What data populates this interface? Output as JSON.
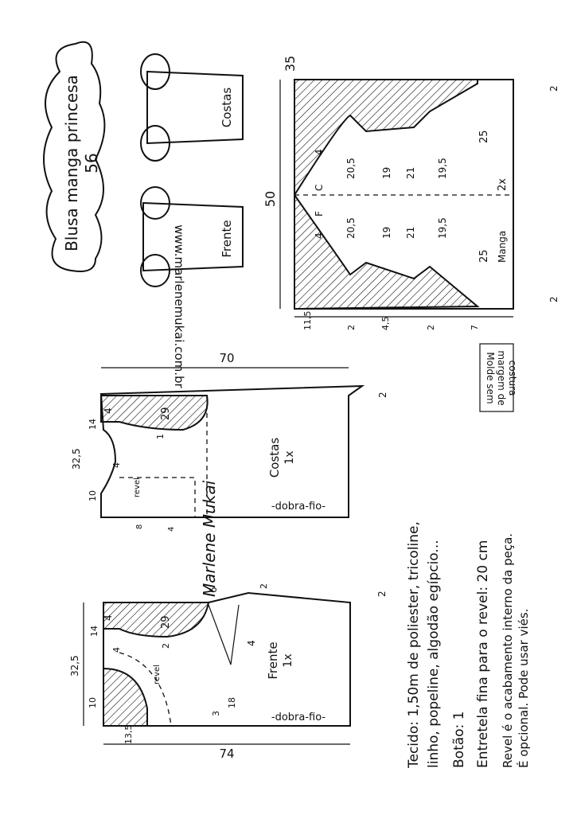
{
  "header": {
    "title": "Blusa manga princesa",
    "size": "56",
    "url": "www.marlenemukai.com.br"
  },
  "sketch": {
    "back_label": "Costas",
    "front_label": "Frente"
  },
  "sleeve": {
    "width": "35",
    "height": "50",
    "ease_top": "2",
    "ease_bottom": "2",
    "edge_top": "25",
    "edge_bottom": "25",
    "m1_top": "20,5",
    "m2_top": "19",
    "m3_top": "21",
    "m4_top": "19,5",
    "m1_bot": "20,5",
    "m2_bot": "19",
    "m3_bot": "21",
    "m4_bot": "19,5",
    "curve_c": "4",
    "curve_f": "4",
    "letter_f": "F",
    "letter_c": "C",
    "quantity": "2x",
    "label": "Manga",
    "seg": [
      "11,5",
      "2",
      "4,5",
      "2",
      "7"
    ]
  },
  "back": {
    "length": "70",
    "shoulder": "29",
    "hem_flare": "2",
    "neck_drop": "4",
    "armhole": "14",
    "half_width": "32,5",
    "neck_width": "10",
    "neck_depth": "4",
    "facing": "revel",
    "facing_w": "8",
    "facing_d": "4",
    "gather": "1",
    "label": "Costas",
    "quantity": "1x",
    "fold": "-dobra-fio-"
  },
  "front": {
    "shoulder": "29",
    "dart_top": "6",
    "dart_side": "2",
    "neck_drop": "4",
    "armhole": "14",
    "half_width": "32,5",
    "neck_width": "10",
    "neck_depth": "4",
    "dart_len": "18",
    "hem_step": "3",
    "neck_hem": "13,5",
    "length": "74",
    "gather": "2",
    "dart_open": "4",
    "hem_flare": "2",
    "facing": "revel",
    "label": "Frente",
    "quantity": "1x",
    "fold": "-dobra-fio-"
  },
  "notes": {
    "seam_box": [
      "Molde sem",
      "margem de",
      "costura"
    ],
    "lines": [
      "Tecido: 1,50m de poliester, tricoline,",
      "linho, popeline, algodão egípcio...",
      "Botão: 1",
      "Entretela fina para o revel: 20 cm",
      "Revel é o acabamento interno da peça.",
      "É opcional. Pode usar viés."
    ]
  },
  "signature": "Marlene Mukai"
}
